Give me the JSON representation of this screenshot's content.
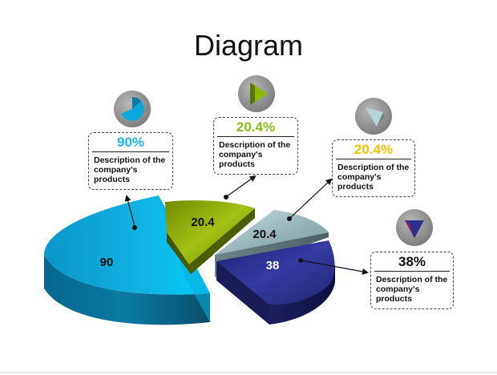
{
  "title": "Diagram",
  "chart_data": {
    "type": "pie",
    "title": "Diagram",
    "categories": [
      "90",
      "20.4",
      "20.4",
      "38"
    ],
    "values": [
      90,
      20.4,
      20.4,
      38
    ],
    "data_labels": [
      "90",
      "20.4",
      "20.4",
      "38"
    ],
    "three_d": true,
    "exploded": true,
    "colors": [
      "#00c0f0",
      "#8aa800",
      "#a9c8cc",
      "#2a2e8c"
    ],
    "callouts": [
      {
        "percent": "90%",
        "description": "Description of the company's products",
        "color": "#1ab8e8",
        "icon": "pie-slice-cyan-icon"
      },
      {
        "percent": "20.4%",
        "description": "Description of the company's products",
        "color": "#8cbc18",
        "icon": "pie-slice-green-icon"
      },
      {
        "percent": "20.4%",
        "description": "Description of the company's products",
        "color": "#f2c200",
        "icon": "pie-slice-gray-icon"
      },
      {
        "percent": "38%",
        "description": "Description of the company's products",
        "color": "#111111",
        "icon": "pie-slice-navy-icon"
      }
    ]
  }
}
